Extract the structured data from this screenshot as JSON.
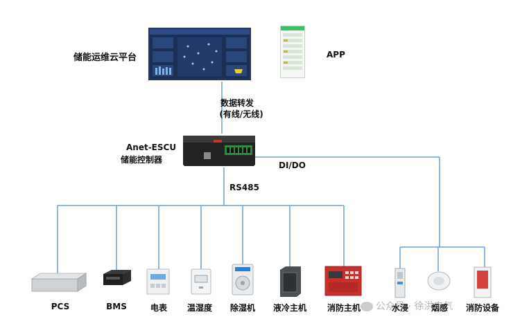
{
  "top": {
    "cloud_label": "储能运维云平台",
    "app_label": "APP",
    "link_label_line1": "数据转发",
    "link_label_line2": "(有线/无线)"
  },
  "controller": {
    "name_line1": "Anet-ESCU",
    "name_line2": "储能控制器",
    "rs485_label": "RS485",
    "dido_label": "DI/DO"
  },
  "devices_rs485": [
    {
      "label": "PCS",
      "icon": "pcs-icon"
    },
    {
      "label": "BMS",
      "icon": "bms-icon"
    },
    {
      "label": "电表",
      "icon": "meter-icon"
    },
    {
      "label": "温湿度",
      "icon": "thermo-hygrometer-icon"
    },
    {
      "label": "除湿机",
      "icon": "dehumidifier-icon"
    },
    {
      "label": "液冷主机",
      "icon": "liquid-cooler-icon"
    },
    {
      "label": "消防主机",
      "icon": "fire-panel-icon"
    }
  ],
  "devices_dido": [
    {
      "label": "水浸",
      "icon": "water-sensor-icon"
    },
    {
      "label": "烟感",
      "icon": "smoke-detector-icon"
    },
    {
      "label": "消防设备",
      "icon": "fire-equipment-icon"
    }
  ],
  "watermark": "公众号 · 徐洪电气"
}
